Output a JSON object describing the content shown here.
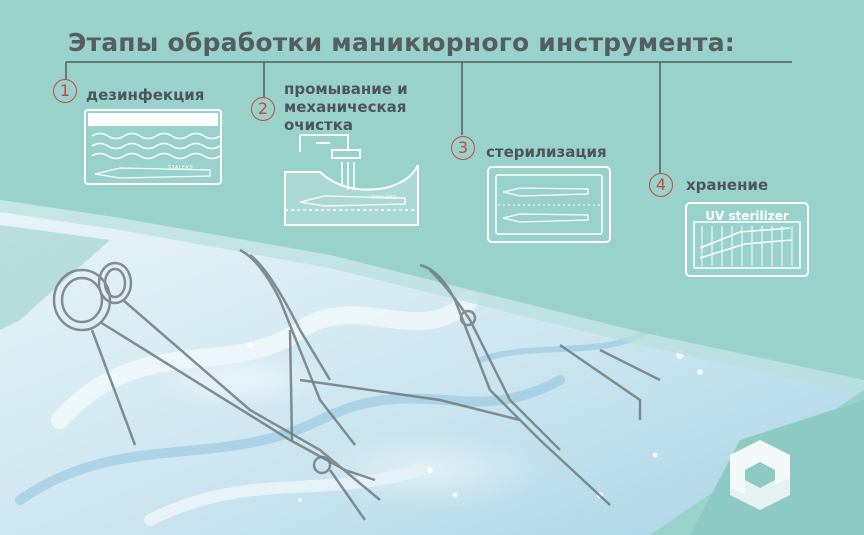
{
  "title": "Этапы обработки маникюрного инструмента:",
  "steps": [
    {
      "number": "1",
      "label": "дезинфекция"
    },
    {
      "number": "2",
      "label": "промывание и механическая очистка",
      "lines": [
        "промывание и",
        "механическая",
        "очистка"
      ]
    },
    {
      "number": "3",
      "label": "стерилизация"
    },
    {
      "number": "4",
      "label": "хранение"
    }
  ],
  "uv_device_label": "UV sterilizer",
  "tool_brand": "STALEKS",
  "colors": {
    "teal": "#99d1cb",
    "teal_dark": "#7fc2bb",
    "title_gray": "#555e5f",
    "number_red": "#c64a3c",
    "water_blue": "#bfe0ee"
  },
  "icons": [
    "disinfection-tray-icon",
    "washing-tank-icon",
    "sterilizer-cabinet-icon",
    "uv-sterilizer-icon",
    "staleks-logo-icon"
  ]
}
